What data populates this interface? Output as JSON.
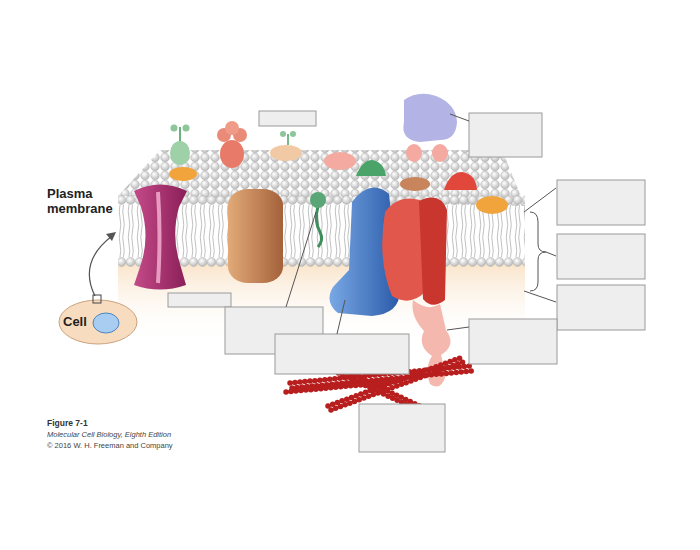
{
  "diagram": {
    "nodes": [
      {
        "text": [
          "Cell"
        ]
      }
    ],
    "labels": [
      "Plasma membrane",
      "Figure 7-1",
      "Molecular Cell Biology, Eighth Edition",
      "© 2016 W. H. Freeman and Company"
    ]
  }
}
